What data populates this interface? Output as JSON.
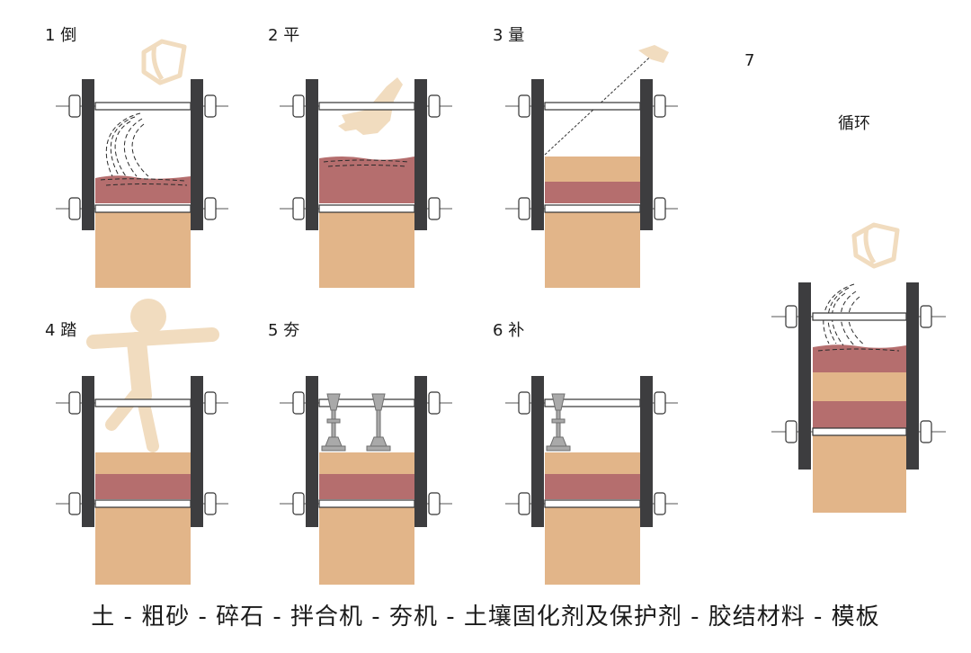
{
  "steps": [
    {
      "number": "1",
      "name": "倒"
    },
    {
      "number": "2",
      "name": "平"
    },
    {
      "number": "3",
      "name": "量"
    },
    {
      "number": "4",
      "name": "踏"
    },
    {
      "number": "5",
      "name": "夯"
    },
    {
      "number": "6",
      "name": "补"
    },
    {
      "number": "7",
      "name": ""
    }
  ],
  "cycle_label": "循环",
  "caption": "土 - 粗砂 - 碎石 - 拌合机 - 夯机 - 土壤固化剂及保护剂 - 胶结材料 - 模板",
  "colors": {
    "compacted_earth": "#e2b589",
    "loose_earth": "#b56e6e",
    "formwork": "#3d3d3f",
    "rod": "#ffffff",
    "icon_tint": "#f1dcbf",
    "tamper": "#a9a9a9"
  },
  "icons": [
    "bucket-icon",
    "hand-icon",
    "measuring-eye-icon",
    "person-stomping-icon",
    "tamper-icon"
  ]
}
